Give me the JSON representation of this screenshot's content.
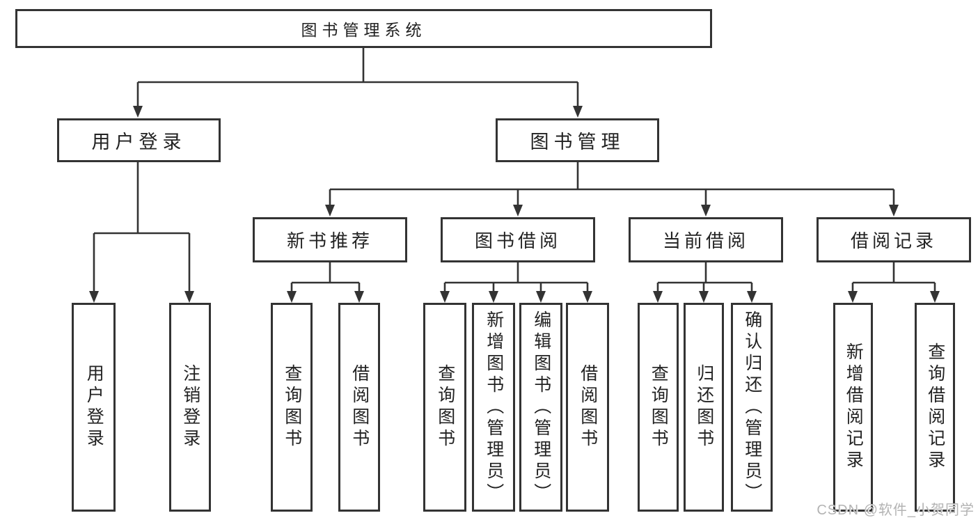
{
  "diagram": {
    "root_label": "图书管理系统",
    "user_branch": {
      "label": "用户登录",
      "leaves": [
        "用户登录",
        "注销登录"
      ]
    },
    "book_branch": {
      "label": "图书管理"
    },
    "groups": [
      {
        "label": "新书推荐",
        "leaves": [
          "查询图书",
          "借阅图书"
        ]
      },
      {
        "label": "图书借阅",
        "leaves": [
          "查询图书",
          "新增图书（管理员）",
          "编辑图书（管理员）",
          "借阅图书"
        ]
      },
      {
        "label": "当前借阅",
        "leaves": [
          "查询图书",
          "归还图书",
          "确认归还（管理员）"
        ]
      },
      {
        "label": "借阅记录",
        "leaves": [
          "新增借阅记录",
          "查询借阅记录"
        ]
      }
    ]
  },
  "watermark": "CSDN @软件_小贺同学",
  "colors": {
    "line": "#333333",
    "text": "#222222",
    "wm": "#b3b3b3",
    "bg": "#ffffff"
  }
}
